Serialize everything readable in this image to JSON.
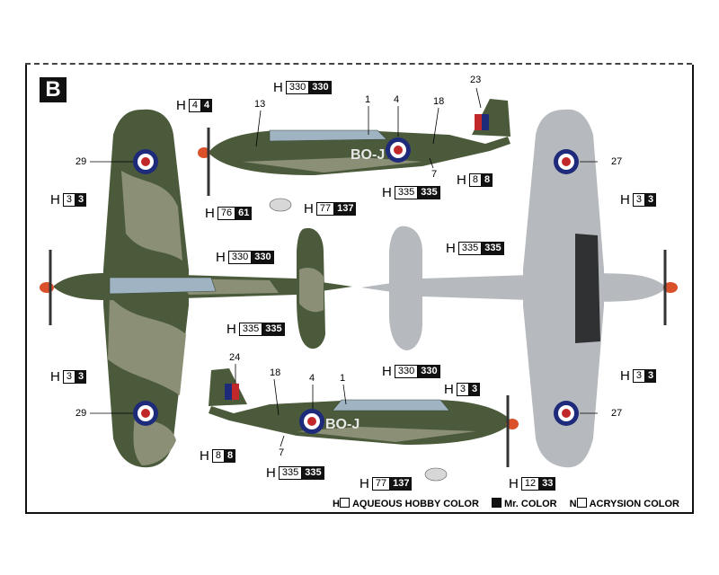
{
  "sheet": {
    "letter": "B"
  },
  "markings": {
    "code": "BO-J"
  },
  "colors": {
    "dark_green": "#4b5a3a",
    "dark_earth": "#8a8f76",
    "sky_grey": "#b6b9bd",
    "roundel_red": "#c0282a",
    "roundel_blue": "#1e2a7a",
    "spinner": "#d9502a"
  },
  "callouts": [
    {
      "id": "c1",
      "h": "H",
      "w": "4",
      "b": "4"
    },
    {
      "id": "c2",
      "h": "H",
      "w": "330",
      "b": "330"
    },
    {
      "id": "c3",
      "h": "H",
      "w": "8",
      "b": "8"
    },
    {
      "id": "c4",
      "h": "H",
      "w": "335",
      "b": "335"
    },
    {
      "id": "c5",
      "h": "H",
      "w": "3",
      "b": "3"
    },
    {
      "id": "c6",
      "h": "H",
      "w": "76",
      "b": "61"
    },
    {
      "id": "c7",
      "h": "H",
      "w": "77",
      "b": "137"
    },
    {
      "id": "c8",
      "h": "H",
      "w": "3",
      "b": "3"
    },
    {
      "id": "c9",
      "h": "H",
      "w": "330",
      "b": "330"
    },
    {
      "id": "c10",
      "h": "H",
      "w": "335",
      "b": "335"
    },
    {
      "id": "c11",
      "h": "H",
      "w": "335",
      "b": "335"
    },
    {
      "id": "c12",
      "h": "H",
      "w": "3",
      "b": "3"
    },
    {
      "id": "c13",
      "h": "H",
      "w": "3",
      "b": "3"
    },
    {
      "id": "c14",
      "h": "H",
      "w": "330",
      "b": "330"
    },
    {
      "id": "c15",
      "h": "H",
      "w": "3",
      "b": "3"
    },
    {
      "id": "c16",
      "h": "H",
      "w": "8",
      "b": "8"
    },
    {
      "id": "c17",
      "h": "H",
      "w": "335",
      "b": "335"
    },
    {
      "id": "c18",
      "h": "H",
      "w": "77",
      "b": "137"
    },
    {
      "id": "c19",
      "h": "H",
      "w": "12",
      "b": "33"
    }
  ],
  "numbers": {
    "n23": "23",
    "n13": "13",
    "n1a": "1",
    "n4a": "4",
    "n18a": "18",
    "n7a": "7",
    "n29a": "29",
    "n27a": "27",
    "n24": "24",
    "n18b": "18",
    "n4b": "4",
    "n1b": "1",
    "n29b": "29",
    "n7b": "7",
    "n27b": "27"
  },
  "legend": {
    "aqueous": "AQUEOUS HOBBY COLOR",
    "mr": "Mr. COLOR",
    "acrysion": "ACRYSION COLOR",
    "h_prefix": "H",
    "n_prefix": "N"
  }
}
